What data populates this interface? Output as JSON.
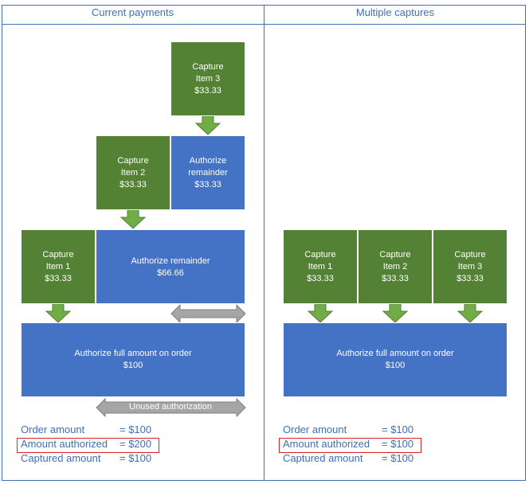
{
  "panels": {
    "left": {
      "title": "Current payments"
    },
    "right": {
      "title": "Multiple captures"
    }
  },
  "left_diagram": {
    "capture_item3": {
      "line1": "Capture",
      "line2": "Item 3",
      "amount": "$33.33"
    },
    "capture_item2": {
      "line1": "Capture",
      "line2": "Item 2",
      "amount": "$33.33"
    },
    "authorize_remainder_small": {
      "line1": "Authorize",
      "line2": "remainder",
      "amount": "$33.33"
    },
    "capture_item1": {
      "line1": "Capture",
      "line2": "Item 1",
      "amount": "$33.33"
    },
    "authorize_remainder_large": {
      "line1": "Authorize remainder",
      "amount": "$66.66"
    },
    "authorize_full": {
      "line1": "Authorize full amount on order",
      "amount": "$100"
    },
    "unused_authorization": "Unused authorization"
  },
  "right_diagram": {
    "capture_item1": {
      "line1": "Capture",
      "line2": "Item 1",
      "amount": "$33.33"
    },
    "capture_item2": {
      "line1": "Capture",
      "line2": "Item 2",
      "amount": "$33.33"
    },
    "capture_item3": {
      "line1": "Capture",
      "line2": "Item 3",
      "amount": "$33.33"
    },
    "authorize_full": {
      "line1": "Authorize full amount on order",
      "amount": "$100"
    }
  },
  "left_summary": {
    "order_label": "Order amount",
    "order_value": "= $100",
    "authorized_label": "Amount authorized",
    "authorized_value": "= $200",
    "captured_label": "Captured amount",
    "captured_value": "= $100"
  },
  "right_summary": {
    "order_label": "Order amount",
    "order_value": "= $100",
    "authorized_label": "Amount authorized",
    "authorized_value": "= $100",
    "captured_label": "Captured amount",
    "captured_value": "= $100"
  },
  "colors": {
    "green": "#548235",
    "blue": "#4472c4",
    "arrow_green": "#70ad47",
    "gray": "#a5a5a5",
    "text_blue": "#3f6fb5",
    "highlight_red": "#e02020"
  }
}
